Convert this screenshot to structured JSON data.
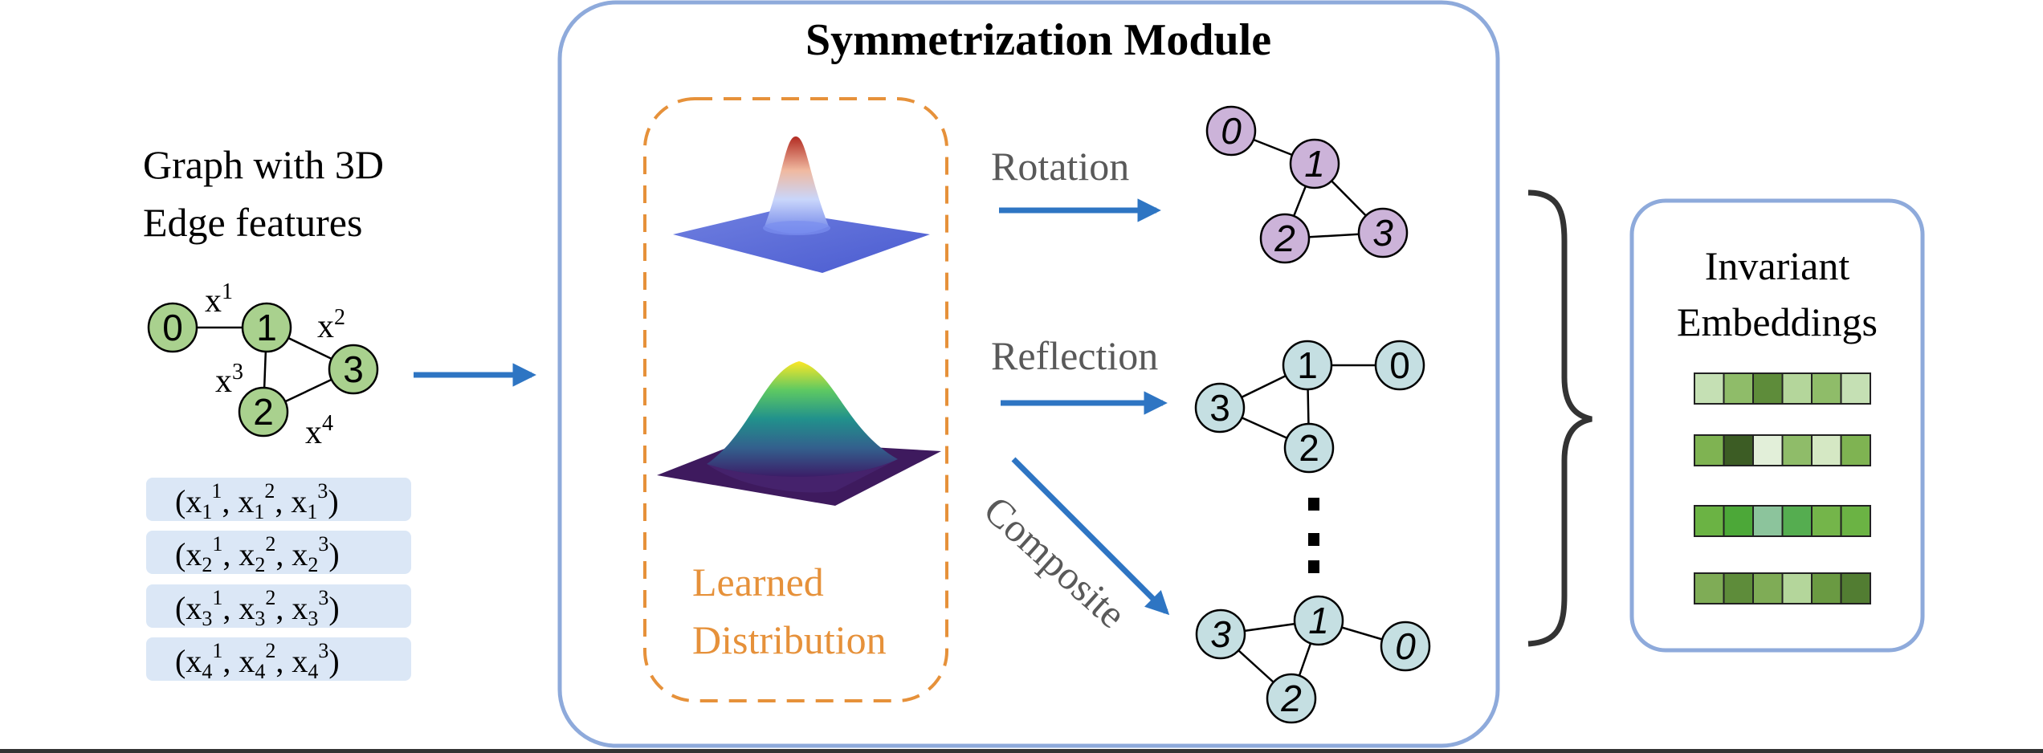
{
  "input": {
    "title_line1": "Graph with 3D",
    "title_line2": "Edge features",
    "nodes": [
      "0",
      "1",
      "2",
      "3"
    ],
    "edge_labels": [
      {
        "base": "x",
        "sup": "1"
      },
      {
        "base": "x",
        "sup": "2"
      },
      {
        "base": "x",
        "sup": "3"
      },
      {
        "base": "x",
        "sup": "4"
      }
    ],
    "feature_rows": [
      {
        "prefix": "(x",
        "a_sub": "1",
        "a_sup": "1",
        "b_sub": "1",
        "b_sup": "2",
        "c_sub": "1",
        "c_sup": "3"
      },
      {
        "prefix": "(x",
        "a_sub": "2",
        "a_sup": "1",
        "b_sub": "2",
        "b_sup": "2",
        "c_sub": "2",
        "c_sup": "3"
      },
      {
        "prefix": "(x",
        "a_sub": "3",
        "a_sup": "1",
        "b_sub": "3",
        "b_sup": "2",
        "c_sub": "3",
        "c_sup": "3"
      },
      {
        "prefix": "(x",
        "a_sub": "4",
        "a_sup": "1",
        "b_sub": "4",
        "b_sup": "2",
        "c_sub": "4",
        "c_sup": "3"
      }
    ],
    "node_color": "#a9d18e"
  },
  "module": {
    "title": "Symmetrization Module",
    "distribution_label_line1": "Learned",
    "distribution_label_line2": "Distribution",
    "transforms": [
      {
        "label": "Rotation",
        "nodes": [
          "0",
          "1",
          "2",
          "3"
        ],
        "node_color": "#ccb3d9"
      },
      {
        "label": "Reflection",
        "nodes": [
          "1",
          "0",
          "3",
          "2"
        ],
        "node_color": "#c5dfe2"
      },
      {
        "label": "Composite",
        "nodes": [
          "1",
          "3",
          "0",
          "2"
        ],
        "node_color": "#c5dfe2"
      }
    ]
  },
  "output": {
    "title_line1": "Invariant",
    "title_line2": "Embeddings",
    "embeddings": [
      [
        "#c5e0b4",
        "#8fbc69",
        "#5e8c3a",
        "#b4d69b",
        "#8fbc69",
        "#c5e0b4"
      ],
      [
        "#7fb352",
        "#3c5c24",
        "#e2efd9",
        "#8fbc69",
        "#d5e8c4",
        "#7fb352"
      ],
      [
        "#6bb344",
        "#4ca838",
        "#8cc49c",
        "#55ad50",
        "#74b54a",
        "#6bb344"
      ],
      [
        "#7fac56",
        "#5e8c3a",
        "#7fac56",
        "#b4d69b",
        "#6a9a42",
        "#527d32"
      ]
    ]
  },
  "colors": {
    "arrow": "#2e75c3",
    "panel_border": "#8eaadb",
    "dashed_border": "#e6913a",
    "distribution_text": "#e6913a",
    "feature_box": "#dbe7f6",
    "label_gray": "#595959"
  }
}
